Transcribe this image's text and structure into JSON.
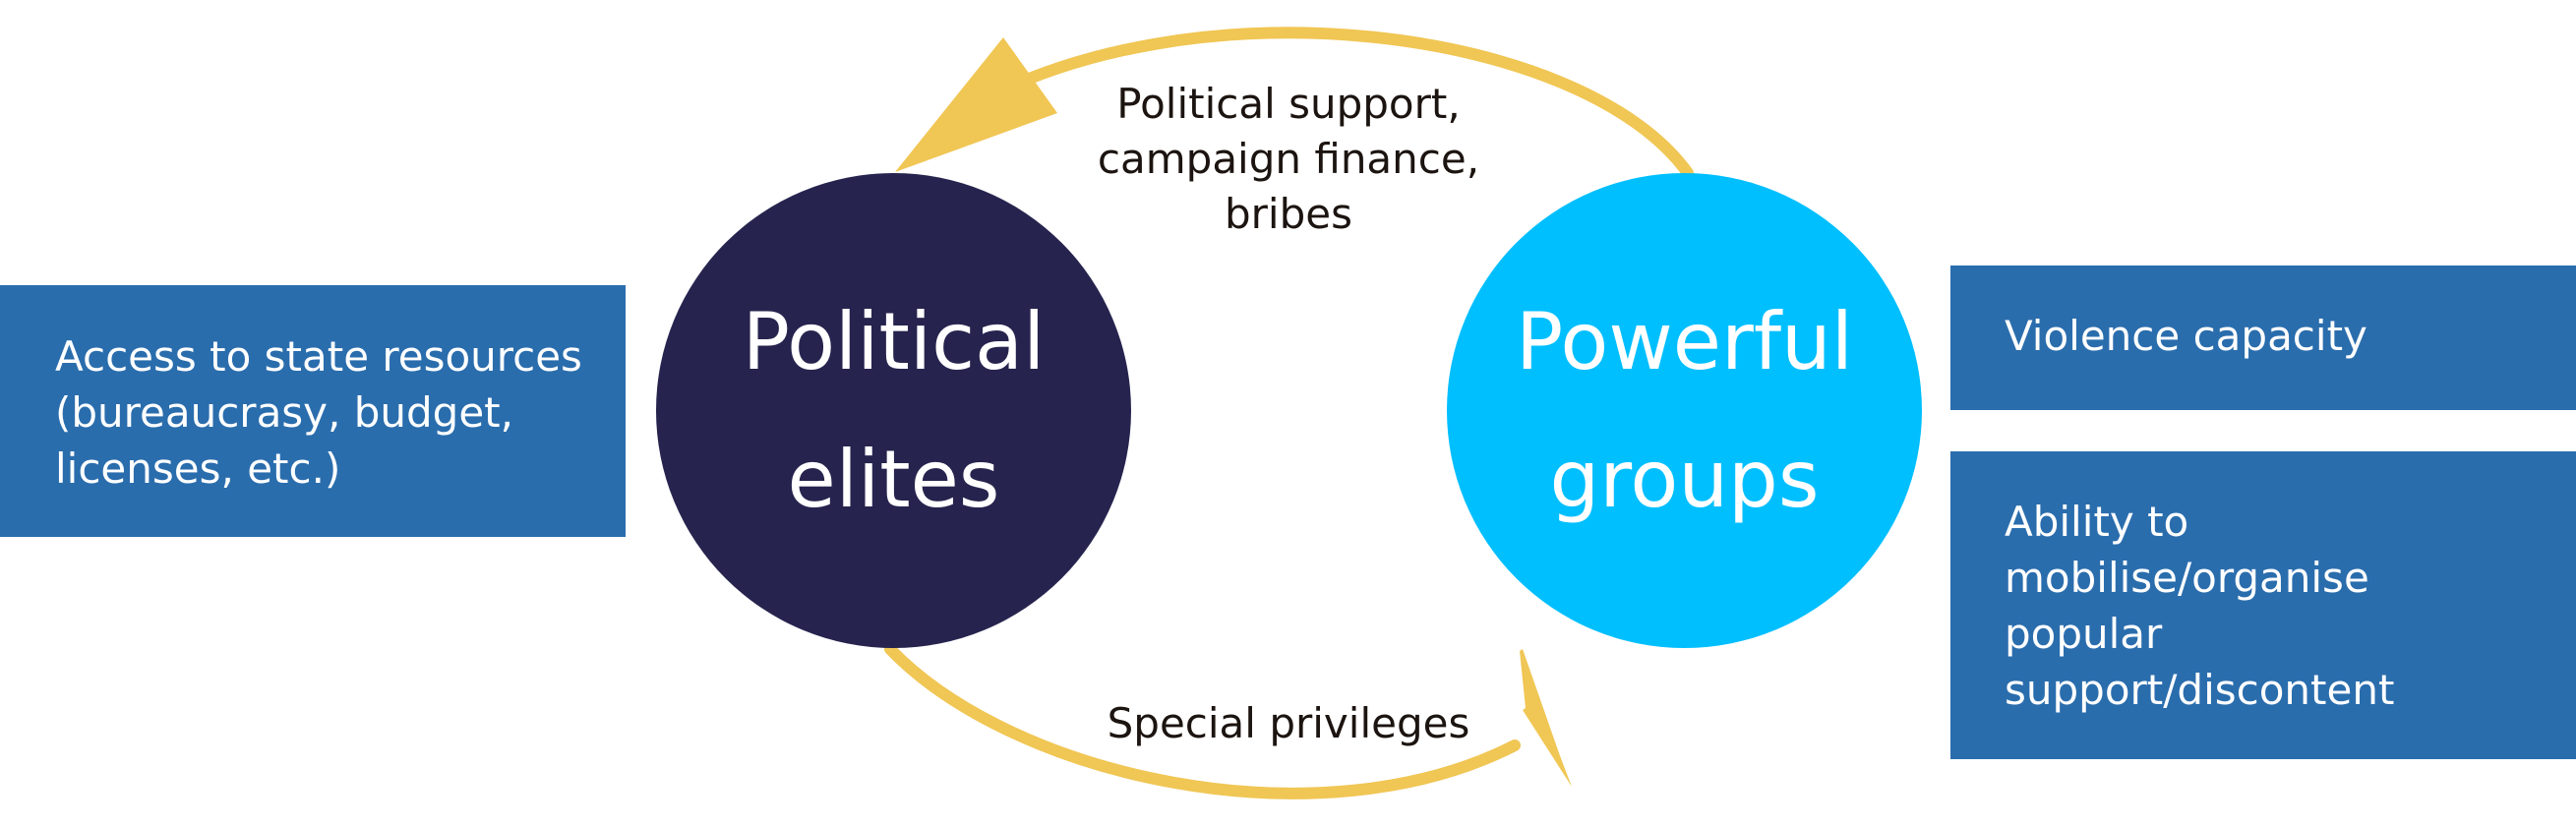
{
  "colors": {
    "box": "#2a6dad",
    "elites_circle": "#26244e",
    "groups_circle": "#00bfff",
    "arrow": "#f0c654",
    "label_text": "#1c1410"
  },
  "left_box": {
    "lines": [
      "Access to state resources",
      "(bureaucrasy, budget,",
      "licenses, etc.)"
    ]
  },
  "circles": {
    "elites": {
      "lines": [
        "Political",
        "elites"
      ]
    },
    "groups": {
      "lines": [
        "Powerful",
        "groups"
      ]
    }
  },
  "flows": {
    "top": {
      "lines": [
        "Political support,",
        "campaign finance,",
        "bribes"
      ]
    },
    "bottom": {
      "lines": [
        "Special privileges"
      ]
    }
  },
  "right_boxes": {
    "violence": {
      "lines": [
        "Violence capacity"
      ]
    },
    "ability": {
      "lines": [
        "Ability to",
        "mobilise/organise",
        "popular",
        "support/discontent"
      ]
    }
  }
}
